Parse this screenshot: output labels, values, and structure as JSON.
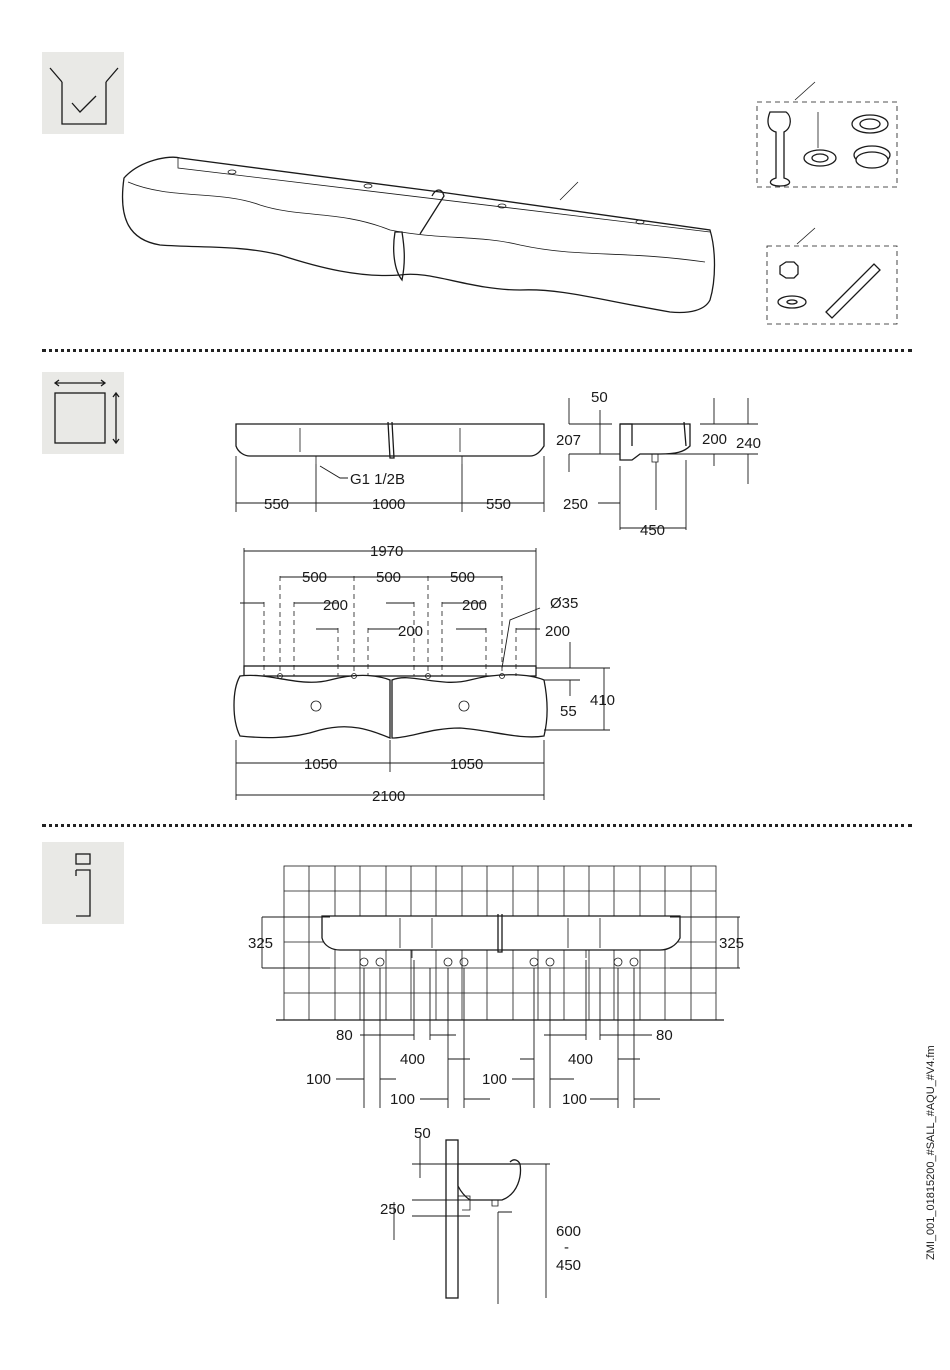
{
  "section_icons": [
    "scope-of-delivery-icon",
    "dimensions-icon",
    "installation-info-icon"
  ],
  "top_view_dims": {
    "width_left": "550",
    "width_middle": "1000",
    "width_right": "550",
    "thread": "G1 1/2B"
  },
  "side_view_dims": {
    "top": "50",
    "height_front": "207",
    "height_back": "200",
    "height_total": "240",
    "drain_offset": "250",
    "depth": "450"
  },
  "plan_view_dims": {
    "total_top": "1970",
    "spacing": [
      "500",
      "500",
      "500"
    ],
    "offsets_200": [
      "200",
      "200",
      "200",
      "200"
    ],
    "hole_diameter": "Ø35",
    "depth_55": "55",
    "depth_410": "410",
    "half_left": "1050",
    "half_right": "1050",
    "total": "2100"
  },
  "installation_dims": {
    "height_left": "325",
    "height_right": "325",
    "offset_80_left": "80",
    "offset_80_right": "80",
    "spacing_400_left": "400",
    "spacing_400_right": "400",
    "offset_100_a": "100",
    "offset_100_b": "100",
    "offset_100_c": "100",
    "offset_100_d": "100"
  },
  "side_install_dims": {
    "top": "50",
    "drain": "250",
    "rim_height": "600",
    "separator": "-",
    "lower": "450"
  },
  "document_code": "ZMI_001_01815200_#SALL_#AQU_#V4.fm"
}
